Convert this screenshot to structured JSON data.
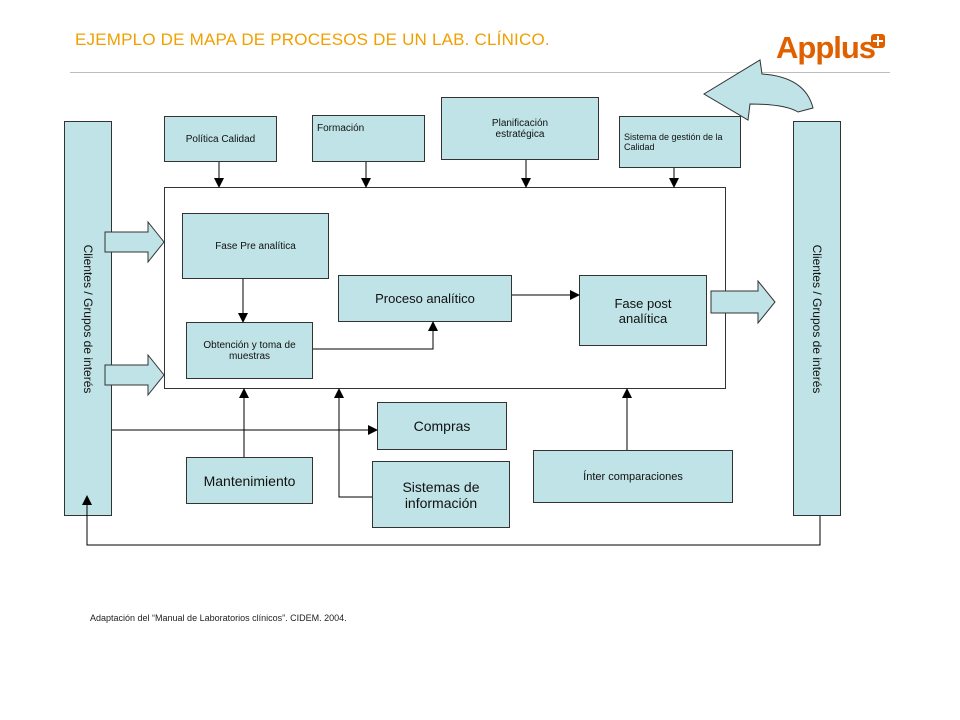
{
  "header": {
    "title": "EJEMPLO DE MAPA DE PROCESOS DE UN LAB. CLÍNICO.",
    "logo_text": "Applus"
  },
  "left_panel": {
    "label": "Clientes / Grupos de interés"
  },
  "right_panel": {
    "label": "Clientes / Grupos de interés"
  },
  "strategic": {
    "politica": "Política Calidad",
    "formacion": "Formación",
    "planificacion": "Planificación estratégica",
    "sistema_gestion": "Sistema de gestión de la Calidad"
  },
  "operative": {
    "pre_analitica": "Fase Pre analítica",
    "obtencion": "Obtención y toma de muestras",
    "proceso_analitico": "Proceso analítico",
    "post_analitica": "Fase post analítica"
  },
  "support": {
    "compras": "Compras",
    "mantenimiento": "Mantenimiento",
    "sistemas_informacion": "Sistemas de información",
    "inter_comparaciones": "Ínter comparaciones"
  },
  "footnote": "Adaptación del “Manual de Laboratorios clínicos”. CIDEM. 2004.",
  "colors": {
    "box_fill": "#bfe3e6",
    "title": "#f0a000",
    "logo": "#e06000",
    "line": "#000000"
  }
}
